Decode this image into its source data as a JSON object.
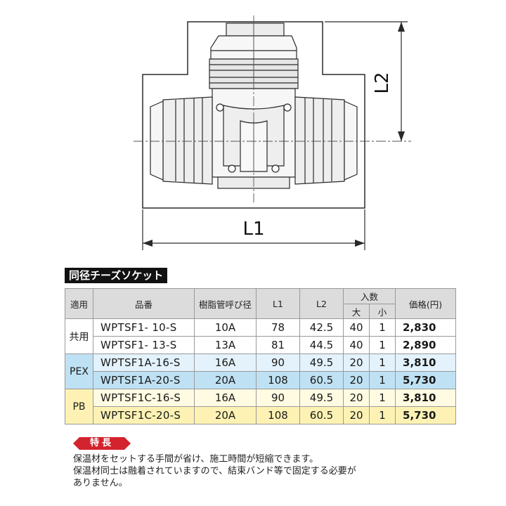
{
  "drawing": {
    "label_l1": "L1",
    "label_l2": "L2"
  },
  "table": {
    "title": "同径チーズソケット",
    "headers": {
      "usage": "適用",
      "part_no": "品番",
      "pipe_size": "樹脂管呼び径",
      "l1": "L1",
      "l2": "L2",
      "qty": "入数",
      "qty_large": "大",
      "qty_small": "小",
      "price": "価格(円)"
    },
    "groups": {
      "common": "共用",
      "pex": "PEX",
      "pb": "PB"
    },
    "rows": [
      {
        "part_no": "WPTSF1-  10-S",
        "size": "10A",
        "l1": "78",
        "l2": "42.5",
        "large": "40",
        "small": "1",
        "price": "2,830"
      },
      {
        "part_no": "WPTSF1-  13-S",
        "size": "13A",
        "l1": "81",
        "l2": "44.5",
        "large": "40",
        "small": "1",
        "price": "2,890"
      },
      {
        "part_no": "WPTSF1A-16-S",
        "size": "16A",
        "l1": "90",
        "l2": "49.5",
        "large": "20",
        "small": "1",
        "price": "3,810"
      },
      {
        "part_no": "WPTSF1A-20-S",
        "size": "20A",
        "l1": "108",
        "l2": "60.5",
        "large": "20",
        "small": "1",
        "price": "5,730"
      },
      {
        "part_no": "WPTSF1C-16-S",
        "size": "16A",
        "l1": "90",
        "l2": "49.5",
        "large": "20",
        "small": "1",
        "price": "3,810"
      },
      {
        "part_no": "WPTSF1C-20-S",
        "size": "20A",
        "l1": "108",
        "l2": "60.5",
        "large": "20",
        "small": "1",
        "price": "5,730"
      }
    ]
  },
  "features": {
    "badge": "特長",
    "lines": [
      "保温材をセットする手間が省け、施工時間が短縮できます。",
      "保温材同士は融着されていますので、結束バンド等で固定する必要が",
      "ありません。"
    ]
  }
}
